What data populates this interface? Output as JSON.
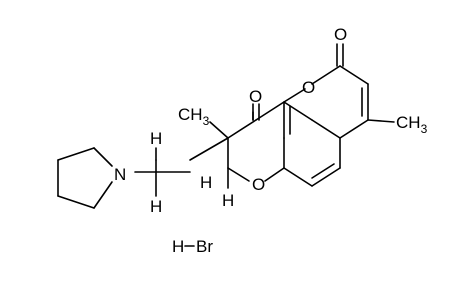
{
  "structure": {
    "atom_labels": {
      "carbonyl_o_top": "O",
      "carbonyl_o_mid": "O",
      "ring_o_upper": "O",
      "ring_o_lower": "O",
      "nitrogen": "N",
      "methyl_right_c": "CH",
      "methyl_right_sub": "3",
      "methyl_left_c": "CH",
      "methyl_left_sub": "3",
      "h_upper": "H",
      "h_lower": "H",
      "h_ring": "H",
      "h_ring2": "H"
    },
    "salt": {
      "h": "H",
      "br": "Br"
    }
  }
}
